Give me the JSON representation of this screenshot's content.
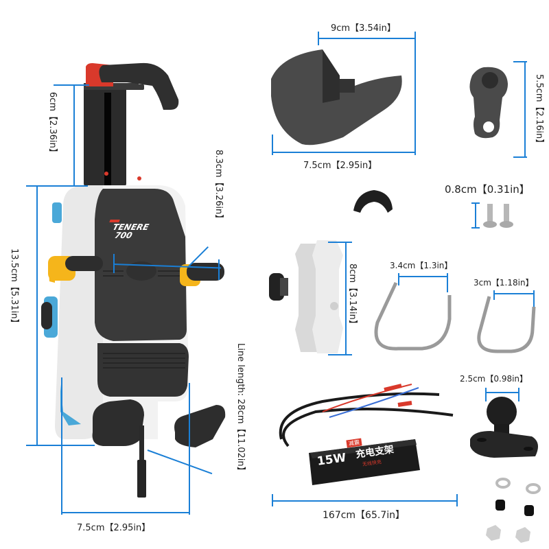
{
  "product": {
    "description": "Motorcycle phone holder kit with dimensions",
    "logo_text": [
      "TENERE",
      "700"
    ],
    "charger_label": {
      "power": "15W",
      "title": "充电支架",
      "badge": "减震",
      "subtitle": "无线快充"
    }
  },
  "colors": {
    "dimension_line": "#1a7fd6",
    "holder_body": "#3a3a3a",
    "holder_frame": "#e9e9e9",
    "accent_yellow": "#f5b51b",
    "accent_blue": "#4aa8d8",
    "accent_red": "#d9392b"
  },
  "dimensions": {
    "holder_top_height": "6cm【2.36in】",
    "holder_body_height": "13.5cm【5.31in】",
    "holder_arm_span": "8.3cm【3.26in】",
    "holder_width": "7.5cm【2.95in】",
    "line_length": "Line length:  28cm【11.02in】",
    "visor_top_width": "9cm【3.54in】",
    "visor_bottom_width": "7.5cm【2.95in】",
    "arm_plate_height": "5.5cm【2.16in】",
    "screw_length": "0.8cm【0.31in】",
    "double_socket_arm_height": "8cm【3.14in】",
    "u_bolt_large_width": "3.4cm【1.3in】",
    "u_bolt_small_width": "3cm【1.18in】",
    "ball_diameter": "2.5cm【0.98in】",
    "charger_cable_length": "167cm【65.7in】"
  }
}
